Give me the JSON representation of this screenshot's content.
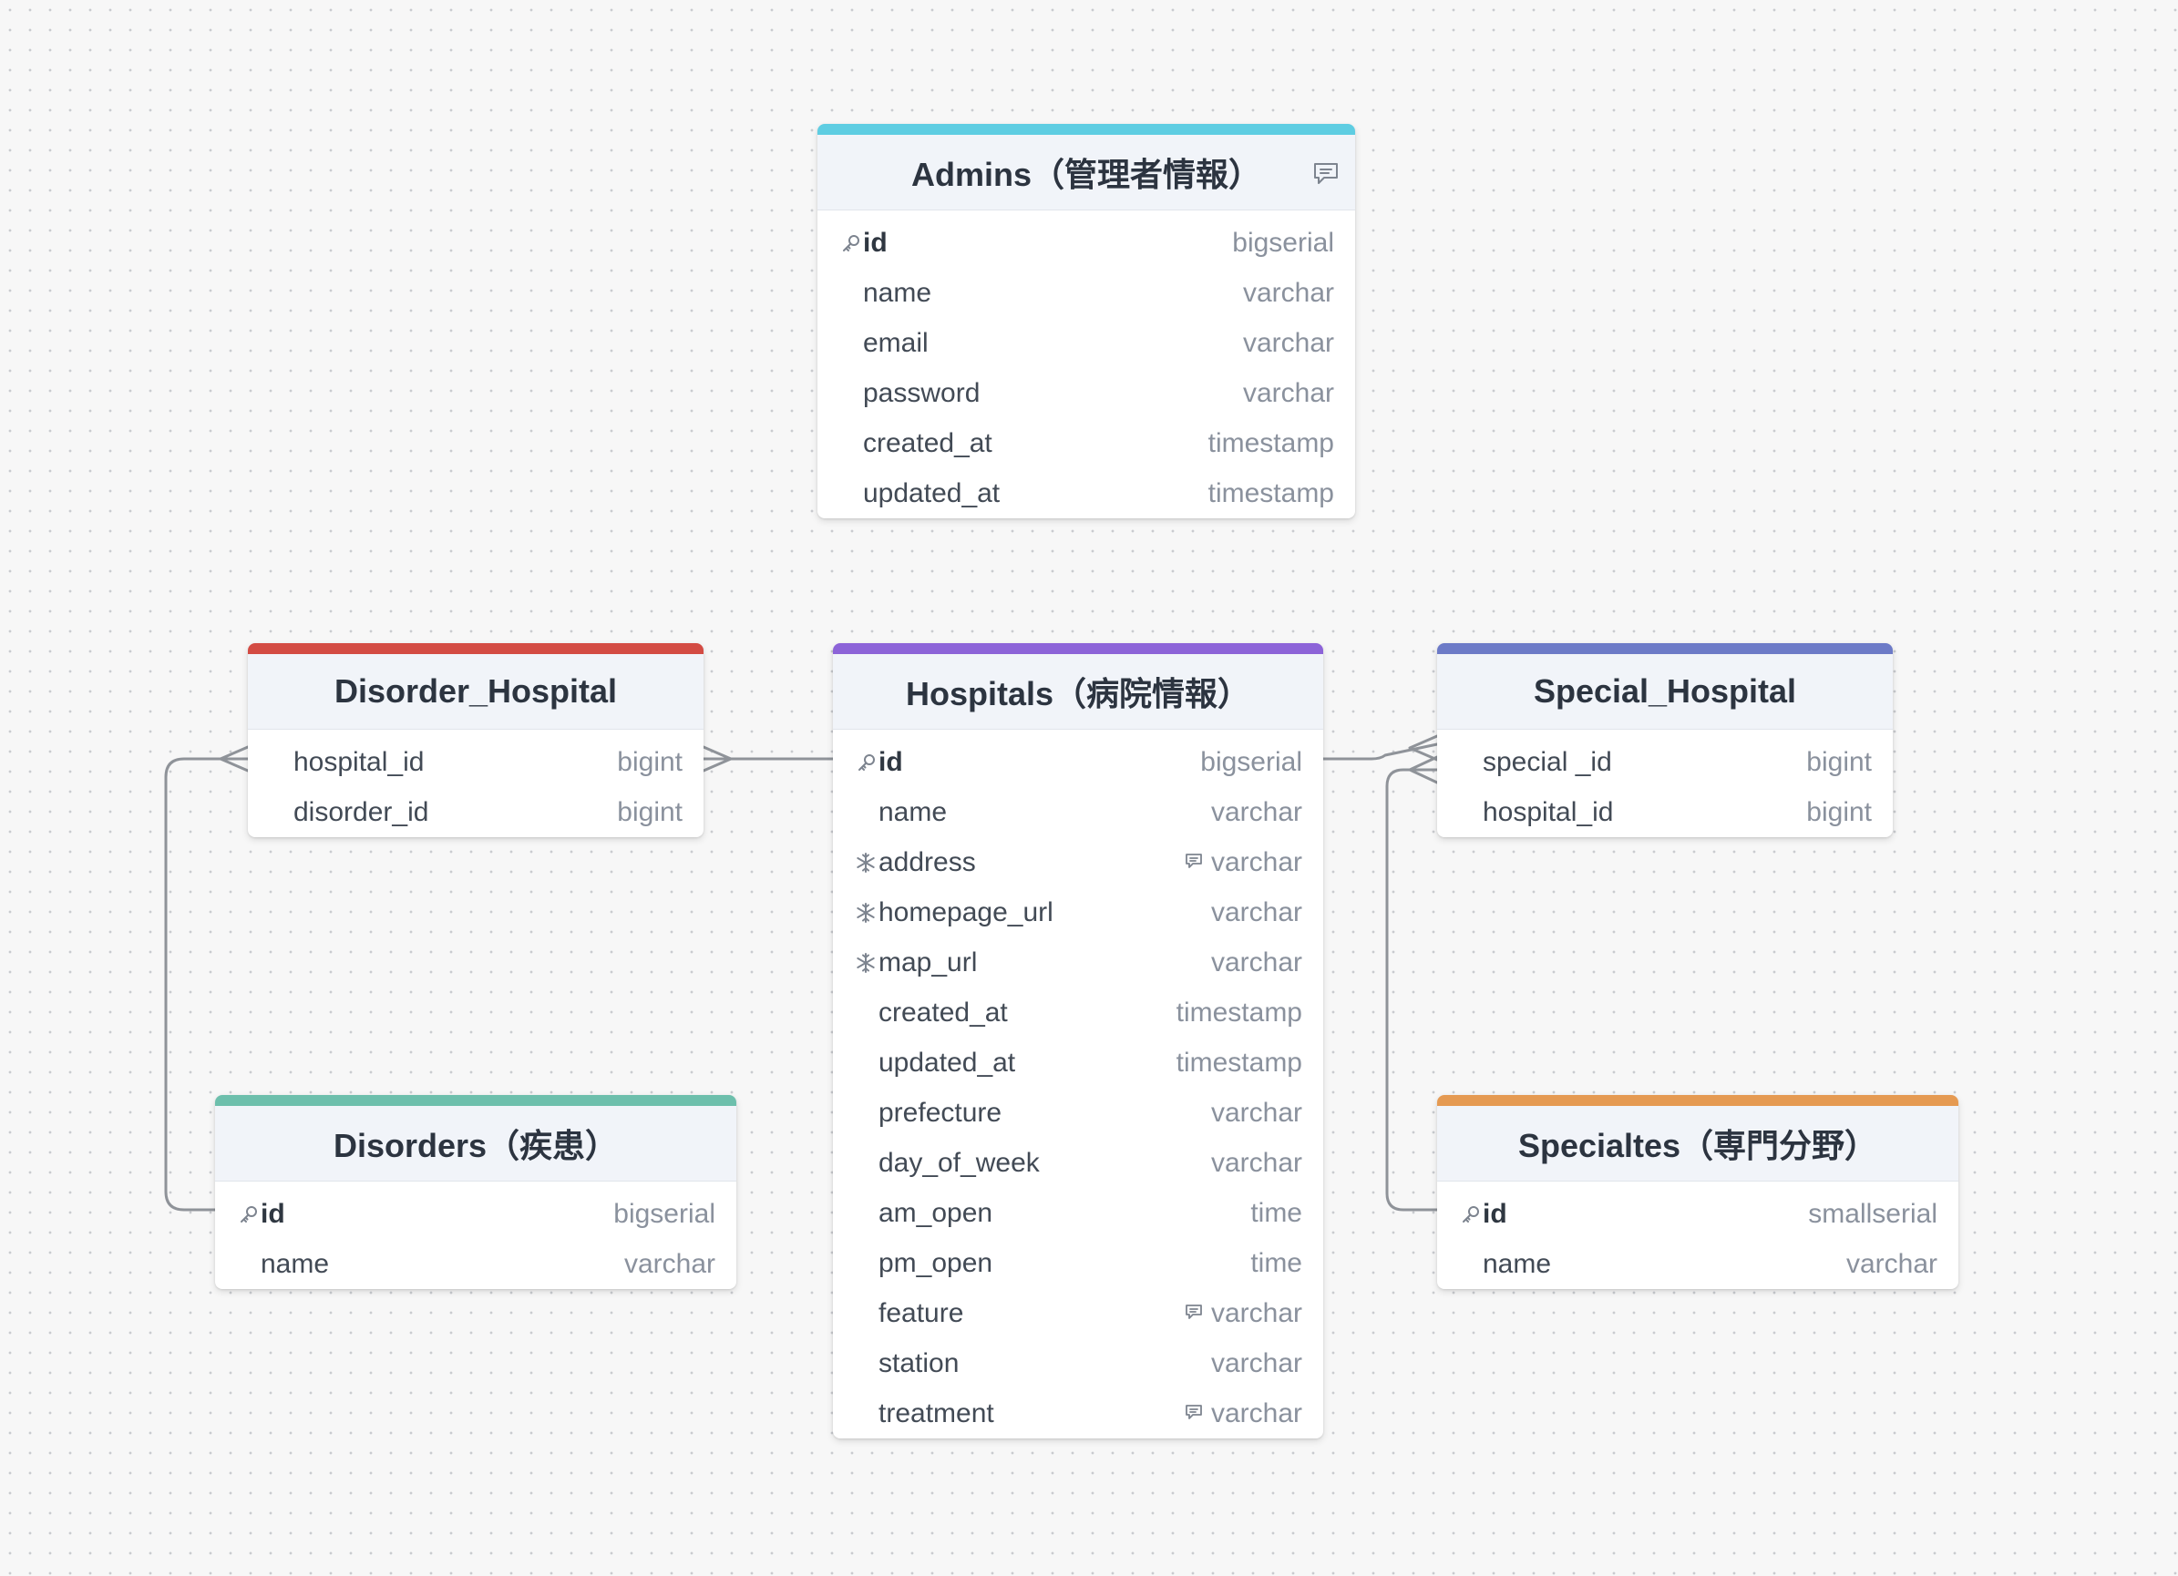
{
  "tables": {
    "admins": {
      "title": "Admins（管理者情報）",
      "accent": "#5ecde2",
      "has_comment": true,
      "columns": [
        {
          "name": "id",
          "type": "bigserial",
          "pk": true
        },
        {
          "name": "name",
          "type": "varchar"
        },
        {
          "name": "email",
          "type": "varchar"
        },
        {
          "name": "password",
          "type": "varchar"
        },
        {
          "name": "created_at",
          "type": "timestamp"
        },
        {
          "name": "updated_at",
          "type": "timestamp"
        }
      ]
    },
    "disorder_hospital": {
      "title": "Disorder_Hospital",
      "accent": "#d34b43",
      "columns": [
        {
          "name": "hospital_id",
          "type": "bigint"
        },
        {
          "name": "disorder_id",
          "type": "bigint"
        }
      ]
    },
    "hospitals": {
      "title": "Hospitals（病院情報）",
      "accent": "#8c63d8",
      "columns": [
        {
          "name": "id",
          "type": "bigserial",
          "pk": true
        },
        {
          "name": "name",
          "type": "varchar"
        },
        {
          "name": "address",
          "type": "varchar",
          "unique": true,
          "note": true
        },
        {
          "name": "homepage_url",
          "type": "varchar",
          "unique": true
        },
        {
          "name": "map_url",
          "type": "varchar",
          "unique": true
        },
        {
          "name": "created_at",
          "type": "timestamp"
        },
        {
          "name": "updated_at",
          "type": "timestamp"
        },
        {
          "name": "prefecture",
          "type": "varchar"
        },
        {
          "name": "day_of_week",
          "type": "varchar"
        },
        {
          "name": "am_open",
          "type": "time"
        },
        {
          "name": "pm_open",
          "type": "time"
        },
        {
          "name": "feature",
          "type": "varchar",
          "note": true
        },
        {
          "name": "station",
          "type": "varchar"
        },
        {
          "name": "treatment",
          "type": "varchar",
          "note": true
        }
      ]
    },
    "special_hospital": {
      "title": "Special_Hospital",
      "accent": "#6c7ac7",
      "columns": [
        {
          "name": "special _id",
          "type": "bigint"
        },
        {
          "name": "hospital_id",
          "type": "bigint"
        }
      ]
    },
    "disorders": {
      "title": "Disorders（疾患）",
      "accent": "#6dbfac",
      "columns": [
        {
          "name": "id",
          "type": "bigserial",
          "pk": true
        },
        {
          "name": "name",
          "type": "varchar"
        }
      ]
    },
    "specialtes": {
      "title": "Specialtes（専門分野）",
      "accent": "#e59a52",
      "columns": [
        {
          "name": "id",
          "type": "smallserial",
          "pk": true
        },
        {
          "name": "name",
          "type": "varchar"
        }
      ]
    }
  },
  "colors": {
    "connector": "#8f9399",
    "icon": "#7d848f"
  }
}
